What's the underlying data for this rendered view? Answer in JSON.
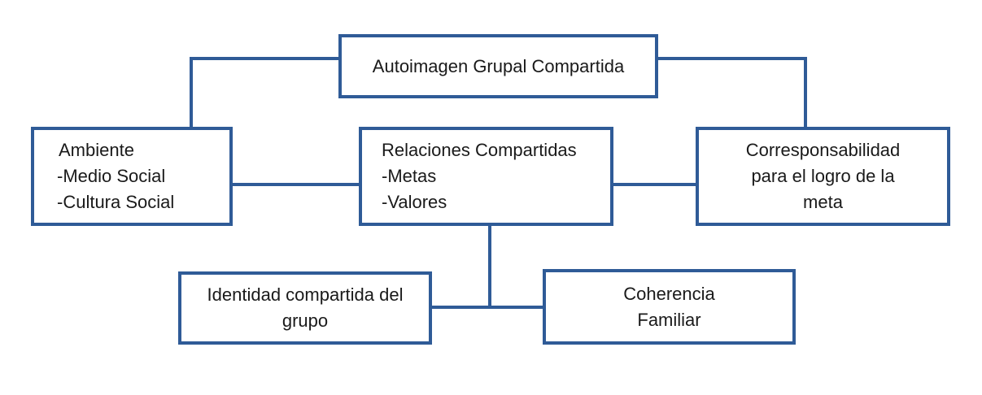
{
  "diagram": {
    "top": {
      "lines": [
        "Autoimagen Grupal Compartida"
      ]
    },
    "ambiente": {
      "lines": [
        "Ambiente",
        "-Medio Social",
        "-Cultura Social"
      ]
    },
    "relaciones": {
      "lines": [
        "Relaciones Compartidas",
        "-Metas",
        "-Valores"
      ]
    },
    "corresponsabilidad": {
      "lines": [
        "Corresponsabilidad",
        "para el logro de la",
        "meta"
      ]
    },
    "identidad": {
      "lines": [
        "Identidad compartida del",
        "grupo"
      ]
    },
    "coherencia": {
      "lines": [
        "Coherencia",
        "Familiar"
      ]
    }
  },
  "colors": {
    "border": "#2f5b97",
    "connector": "#2f5b97",
    "text": "#1a1a1a",
    "background": "#ffffff"
  }
}
